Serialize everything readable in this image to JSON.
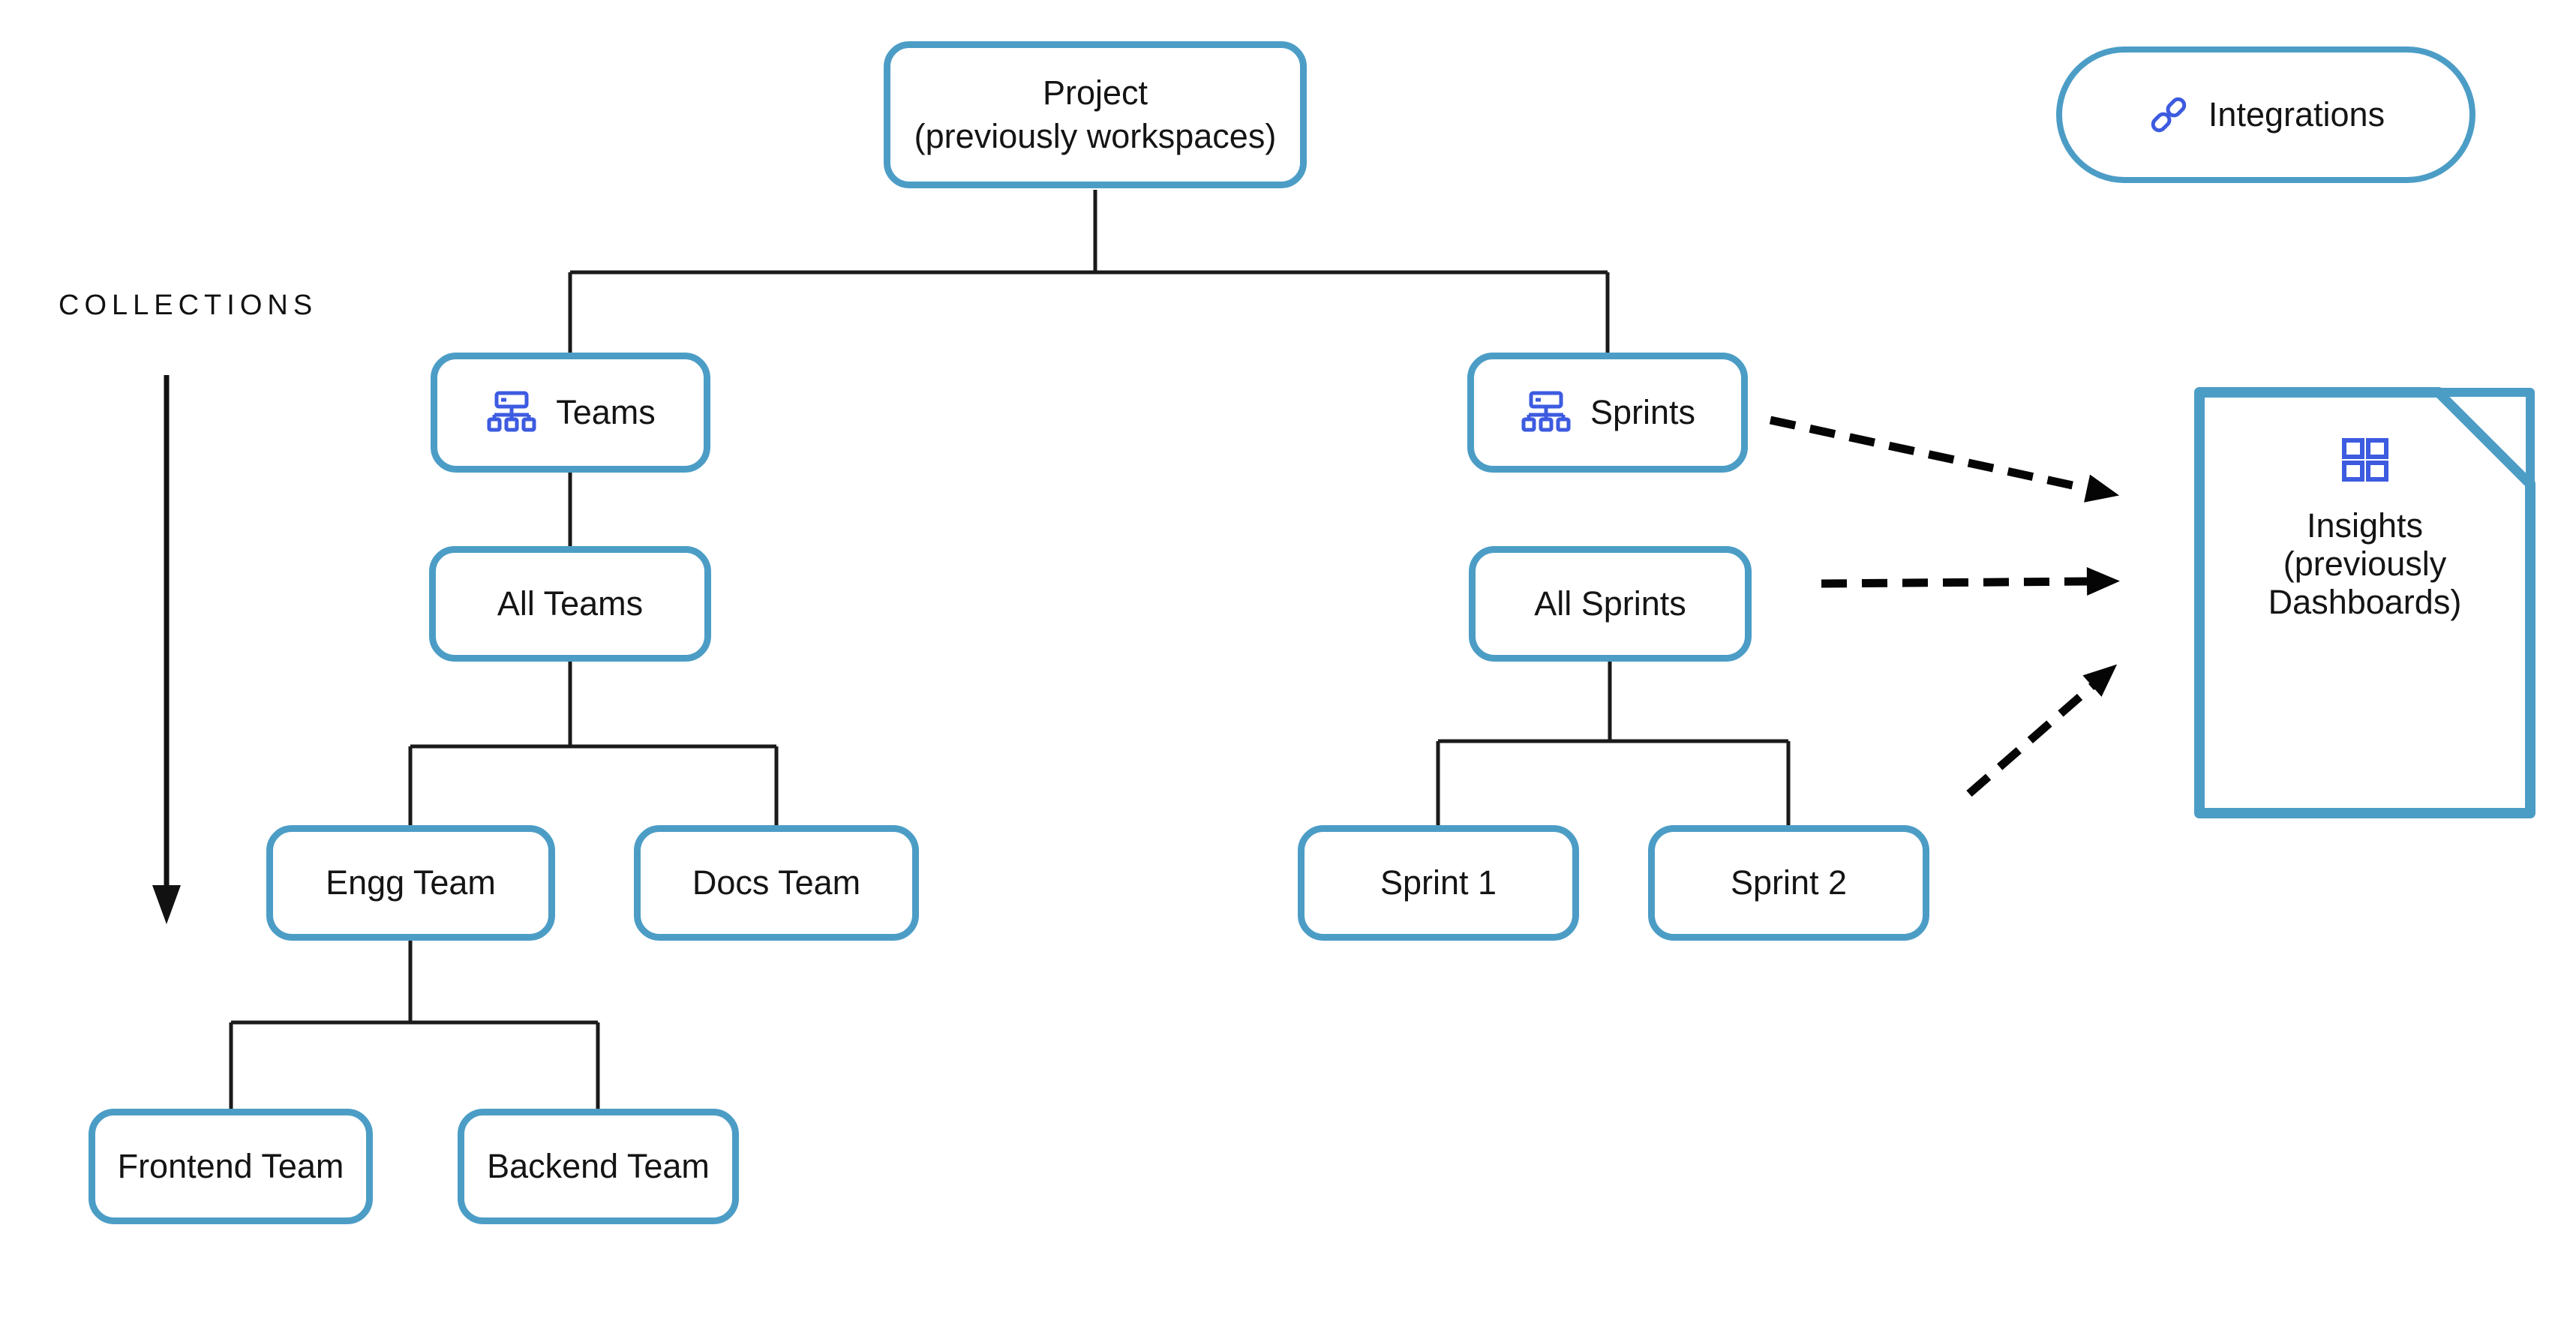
{
  "colors": {
    "background": "#ffffff",
    "node_border": "#4C9DC6",
    "icon_blue": "#3D5BE0",
    "connector": "#1a1a1a",
    "text": "#141414"
  },
  "labels": {
    "collections": "COLLECTIONS"
  },
  "nodes": {
    "project": {
      "line1": "Project",
      "line2": "(previously workspaces)"
    },
    "integrations": {
      "label": "Integrations",
      "icon": "link-icon"
    },
    "teams": {
      "label": "Teams",
      "icon": "org-hierarchy-icon"
    },
    "sprints": {
      "label": "Sprints",
      "icon": "org-hierarchy-icon"
    },
    "all_teams": {
      "label": "All Teams"
    },
    "all_sprints": {
      "label": "All Sprints"
    },
    "engg_team": {
      "label": "Engg Team"
    },
    "docs_team": {
      "label": "Docs Team"
    },
    "sprint_1": {
      "label": "Sprint 1"
    },
    "sprint_2": {
      "label": "Sprint 2"
    },
    "frontend_team": {
      "label": "Frontend Team"
    },
    "backend_team": {
      "label": "Backend Team"
    },
    "insights": {
      "line1": "Insights",
      "line2": "(previously",
      "line3": "Dashboards)",
      "icon": "dashboard-grid-icon"
    }
  }
}
